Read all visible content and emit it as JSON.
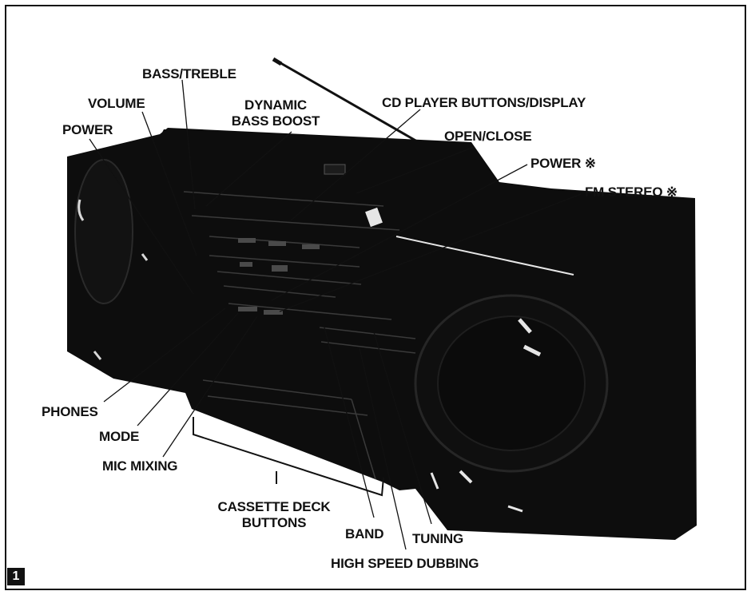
{
  "figure_number": "1",
  "colors": {
    "body": "#0d0d0d",
    "ink": "#111111",
    "highlight": "#e6e6e6",
    "background": "#ffffff"
  },
  "labels": {
    "bass_treble": "BASS/TREBLE",
    "volume": "VOLUME",
    "dynamic_bass_boost_1": "DYNAMIC",
    "dynamic_bass_boost_2": "BASS BOOST",
    "power_left": "POWER",
    "cd_player": "CD PLAYER BUTTONS/DISPLAY",
    "open_close": "OPEN/CLOSE",
    "power_right": "POWER ※",
    "fm_stereo": "FM STEREO ※",
    "phones": "PHONES",
    "mode": "MODE",
    "mic_mixing": "MIC MIXING",
    "cassette_1": "CASSETTE DECK",
    "cassette_2": "BUTTONS",
    "band": "BAND",
    "tuning": "TUNING",
    "high_speed_dubbing": "HIGH SPEED DUBBING"
  }
}
